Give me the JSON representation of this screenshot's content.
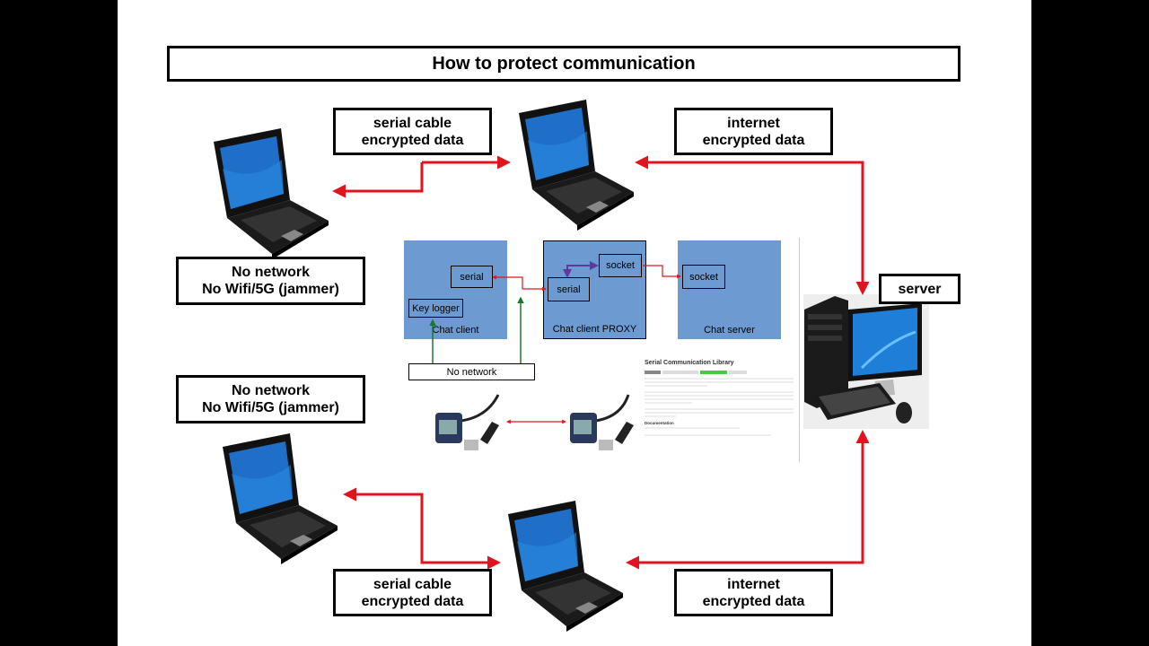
{
  "title": "How to protect communication",
  "boxes": {
    "serial_top": [
      "serial cable",
      "encrypted data"
    ],
    "internet_top": [
      "internet",
      "encrypted data"
    ],
    "nonet_top": [
      "No network",
      "No Wifi/5G (jammer)"
    ],
    "nonet_bottom": [
      "No network",
      "No Wifi/5G (jammer)"
    ],
    "server": "server",
    "serial_bottom": [
      "serial cable",
      "encrypted data"
    ],
    "internet_bottom": [
      "internet",
      "encrypted data"
    ]
  },
  "diagram": {
    "chat_client": "Chat client",
    "chat_proxy": "Chat client PROXY",
    "chat_server": "Chat server",
    "serial": "serial",
    "serial2": "serial",
    "socket": "socket",
    "socket2": "socket",
    "key_logger": "Key logger",
    "no_network": "No network"
  },
  "library": {
    "heading": "Serial Communication Library",
    "documentation": "Documentation"
  },
  "colors": {
    "arrow": "#e0141e",
    "panel": "#6d9bd1",
    "green": "#1a7a2a",
    "purple": "#5a3a9a"
  }
}
